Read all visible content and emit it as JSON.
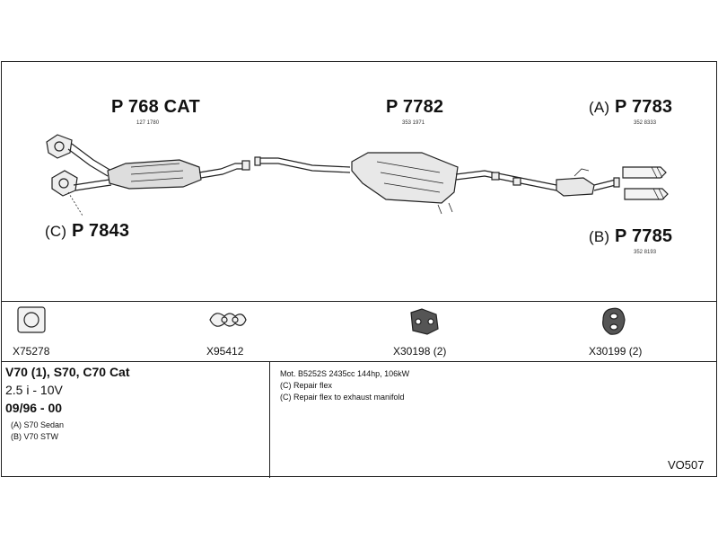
{
  "parts": {
    "p768": {
      "prefix": "",
      "code": "P 768 CAT",
      "ref": "127 1780"
    },
    "p7782": {
      "prefix": "",
      "code": "P 7782",
      "ref": "353 1971"
    },
    "p7783": {
      "prefix": "(A)",
      "code": "P 7783",
      "ref": "352 8333"
    },
    "p7785": {
      "prefix": "(B)",
      "code": "P 7785",
      "ref": "352 8193"
    },
    "p7843": {
      "prefix": "(C)",
      "code": "P 7843",
      "ref": ""
    }
  },
  "accessories": [
    {
      "code": "X75278",
      "icon": "gasket-icon"
    },
    {
      "code": "X95412",
      "icon": "clamp-icon"
    },
    {
      "code": "X30198 (2)",
      "icon": "rubber-mount-icon"
    },
    {
      "code": "X30199 (2)",
      "icon": "rubber-ring-icon"
    }
  ],
  "vehicle": {
    "models": "V70 (1), S70, C70 Cat",
    "engine": "2.5 i - 10V",
    "years": "09/96 - 00",
    "note_a": "(A) S70 Sedan",
    "note_b": "(B) V70 STW"
  },
  "notes": {
    "line1": "Mot. B5252S 2435cc 144hp, 106kW",
    "line2": "(C) Repair flex",
    "line3": "(C) Repair flex to exhaust manifold"
  },
  "diagram_code": "VO507"
}
